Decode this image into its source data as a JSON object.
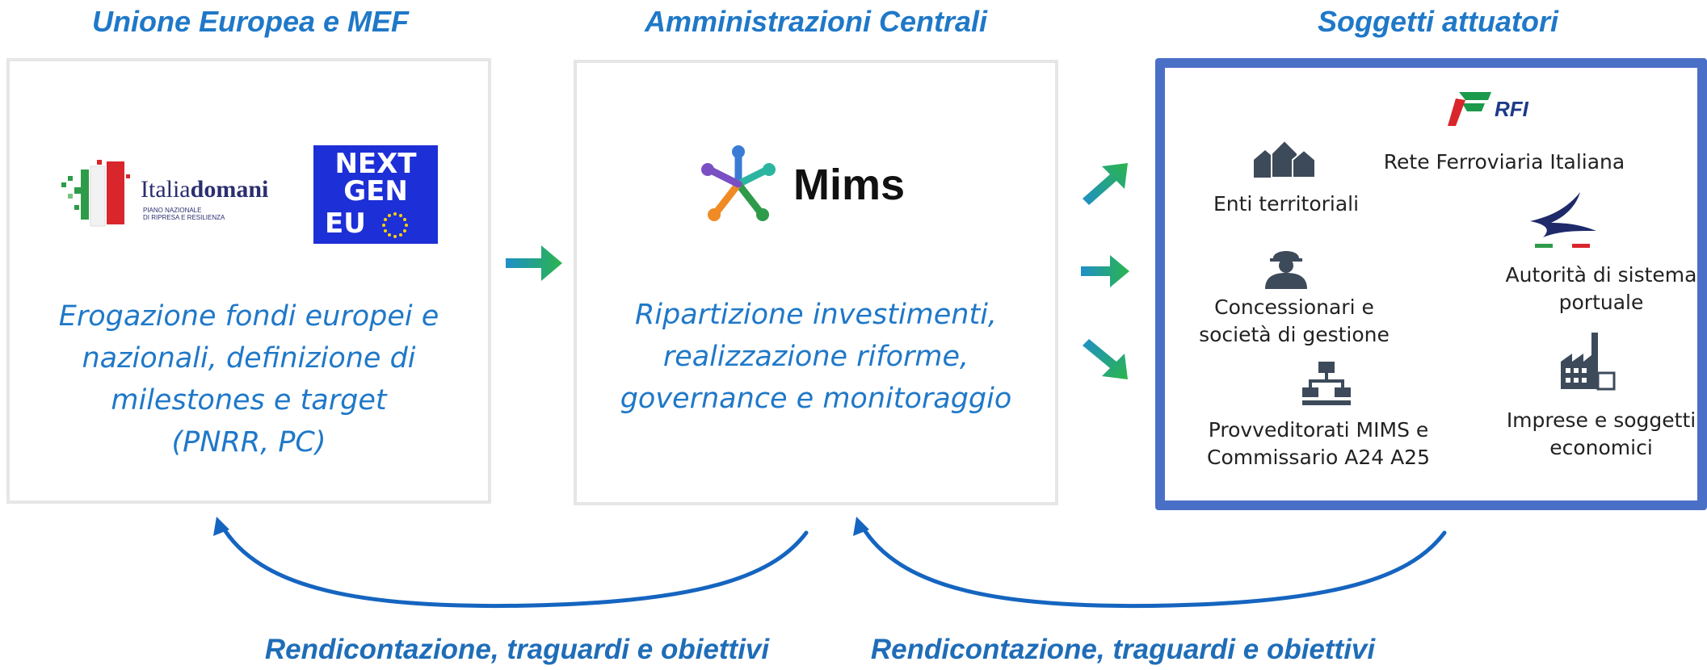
{
  "columns": [
    {
      "title": "Unione Europea e MEF",
      "description": [
        "Erogazione fondi europei e",
        "nazionali, definizione di",
        "milestones e target",
        "(PNRR, PC)"
      ]
    },
    {
      "title": "Amministrazioni Centrali",
      "description": [
        "Ripartizione investimenti,",
        "realizzazione riforme,",
        "governance e monitoraggio"
      ]
    },
    {
      "title": "Soggetti attuatori"
    }
  ],
  "logos": {
    "italiadomani": {
      "brand_regular": "Italia",
      "brand_bold": "domani",
      "subtitle_1": "PIANO NAZIONALE",
      "subtitle_2": "DI RIPRESA E RESILIENZA"
    },
    "nextgeneu": {
      "line1": "NEXT",
      "line2": "GEN",
      "line3": "EU",
      "bg": "#1d2fd6"
    },
    "mims": {
      "text": "Mims"
    },
    "rfi": {
      "text": "RFI"
    }
  },
  "entities": [
    {
      "id": "enti",
      "icon": "houses-icon",
      "lines": [
        "Enti territoriali"
      ]
    },
    {
      "id": "rfi",
      "icon": "rfi-logo",
      "lines": [
        "Rete Ferroviaria Italiana"
      ]
    },
    {
      "id": "concessionari",
      "icon": "worker-icon",
      "lines": [
        "Concessionari e",
        "società di gestione"
      ]
    },
    {
      "id": "autorita",
      "icon": "port-authority-logo",
      "lines": [
        "Autorità di sistema",
        "portuale"
      ]
    },
    {
      "id": "provveditorati",
      "icon": "org-chart-icon",
      "lines": [
        "Provveditorati MIMS e",
        "Commissario A24 A25"
      ]
    },
    {
      "id": "imprese",
      "icon": "factory-icon",
      "lines": [
        "Imprese e soggetti",
        "economici"
      ]
    }
  ],
  "bottom_labels": [
    "Rendicontazione, traguardi e obiettivi",
    "Rendicontazione, traguardi e obiettivi"
  ],
  "colors": {
    "title_blue": "#1f78c8",
    "panel_border_blue": "#4a6fc7",
    "arrow_blue": "#1f8fc8",
    "arrow_green": "#2bb54c",
    "curve_blue": "#1565c0"
  }
}
